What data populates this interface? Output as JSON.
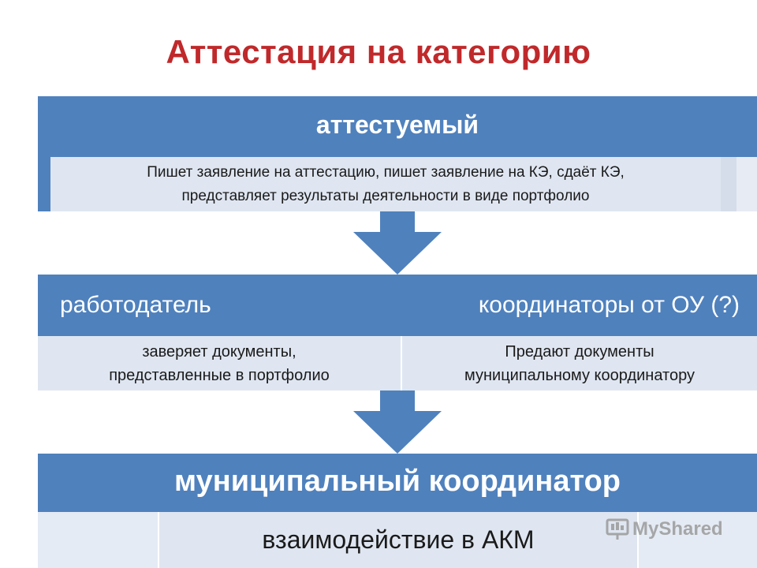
{
  "title": "Аттестация на  категорию",
  "step1": {
    "header": "аттестуемый",
    "description_line1": "Пишет заявление  на аттестацию, пишет заявление на КЭ, сдаёт КЭ,",
    "description_line2": "представляет результаты деятельности в виде портфолио"
  },
  "step2": {
    "left_header": "работодатель",
    "right_header": "координаторы от  ОУ (?)",
    "left_line1": "заверяет документы,",
    "left_line2": "представленные в портфолио",
    "right_line1": "Предают документы",
    "right_line2": "муниципальному координатору"
  },
  "step3": {
    "header": "муниципальный координатор",
    "description": "взаимодействие в АКМ"
  },
  "watermark": "MyShared",
  "colors": {
    "title": "#c0292b",
    "band": "#4f81bd",
    "sub_box": "#dfe6f1"
  }
}
